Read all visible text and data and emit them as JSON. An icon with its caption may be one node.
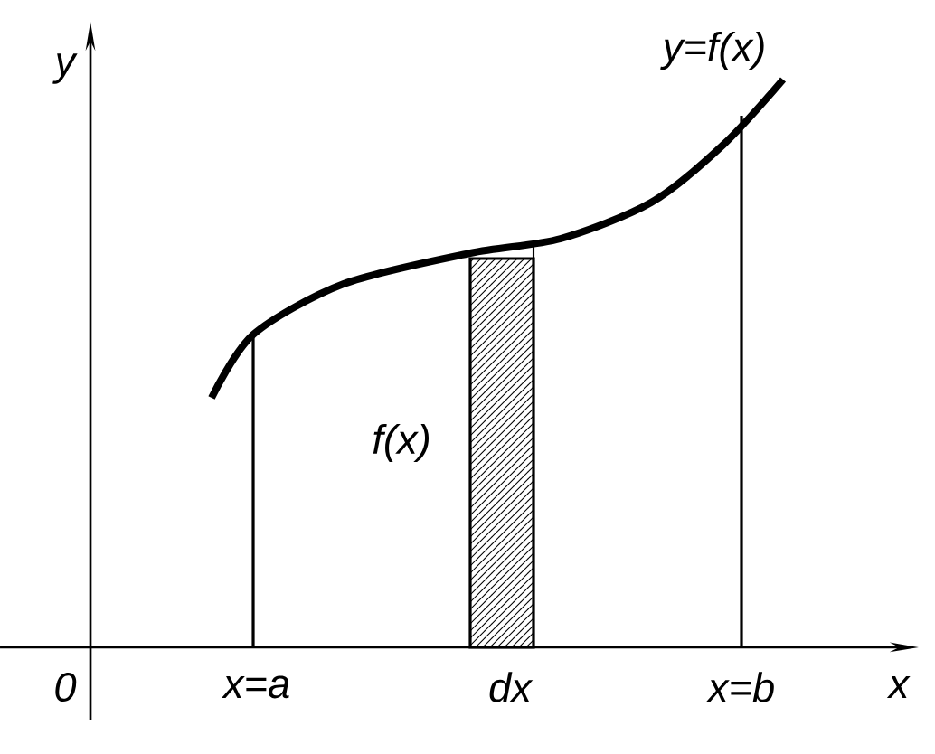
{
  "diagram": {
    "labels": [
      "y",
      "y=f(x)",
      "f(x)",
      "0",
      "x=a",
      "dx",
      "x=b",
      "x"
    ]
  }
}
